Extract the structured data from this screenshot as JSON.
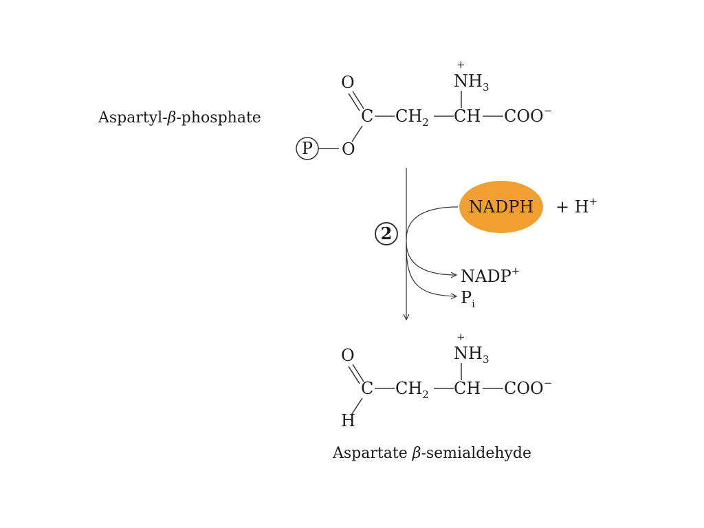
{
  "reactant": {
    "name_prefix": "Aspartyl-",
    "name_greek": "β",
    "name_suffix": "-phosphate",
    "atom_O": "O",
    "atom_O_ester": "O",
    "atom_C": "C",
    "ch2": "CH",
    "ch2_sub": "2",
    "ch": "CH",
    "coo": "COO",
    "coo_charge": "−",
    "amine": "NH",
    "amine_sub": "3",
    "amine_charge": "+",
    "phospho_symbol": "P"
  },
  "step": {
    "number": "2",
    "cofactor_in": "NADPH",
    "cofactor_in_color": "#f0a030",
    "proton": "+ H",
    "proton_charge": "+",
    "cofactor_out": "NADP",
    "cofactor_out_charge": "+",
    "phosphate_out": "P",
    "phosphate_out_sub": "i"
  },
  "product": {
    "name_prefix": "Aspartate ",
    "name_greek": "β",
    "name_suffix": "-semialdehyde",
    "atom_O": "O",
    "atom_C": "C",
    "atom_H": "H",
    "ch2": "CH",
    "ch2_sub": "2",
    "ch": "CH",
    "coo": "COO",
    "coo_charge": "−",
    "amine": "NH",
    "amine_sub": "3",
    "amine_charge": "+"
  }
}
